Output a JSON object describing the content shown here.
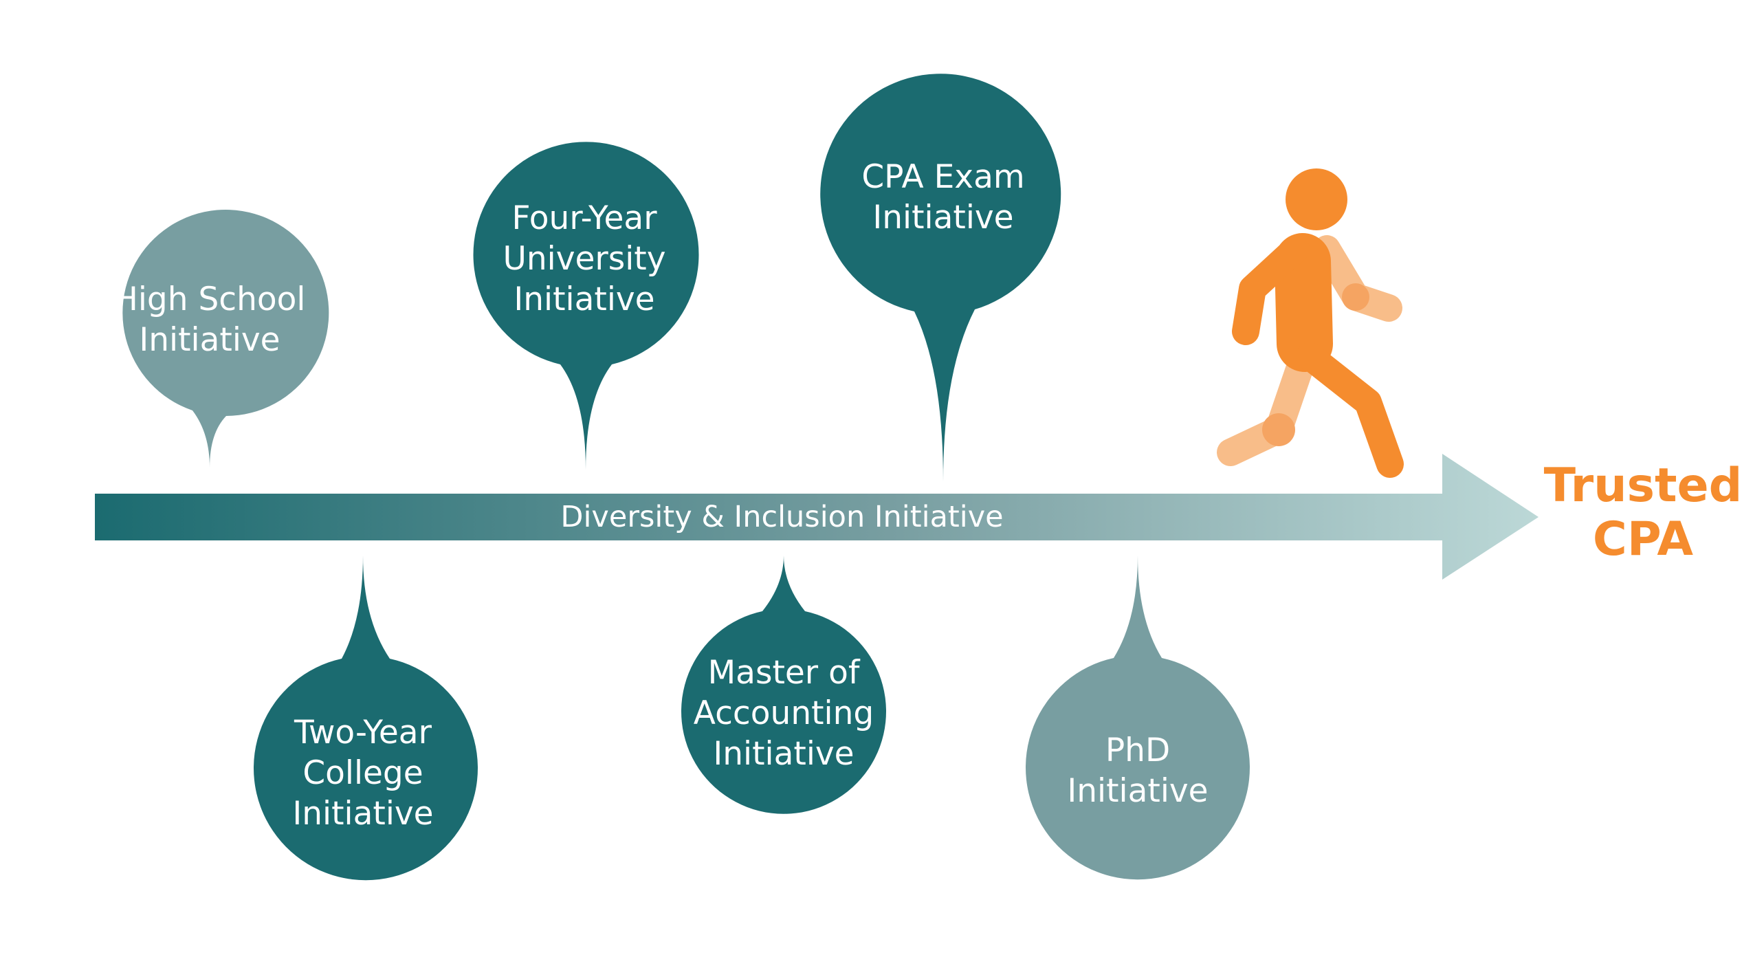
{
  "colors": {
    "dark_teal": "#1b6b70",
    "light_teal": "#789ea1",
    "arrow_end": "#bcd8d7",
    "orange": "#f58c2e",
    "orange_light": "#f8bd89"
  },
  "arrow": {
    "label": "Diversity & Inclusion Initiative"
  },
  "goal": {
    "line1": "Trusted",
    "line2": "CPA",
    "icon": "walking-person-icon"
  },
  "pins": [
    {
      "key": "high-school",
      "lines": [
        "High School",
        "Initiative"
      ],
      "tone": "light",
      "direction": "up"
    },
    {
      "key": "two-year-college",
      "lines": [
        "Two-Year",
        "College",
        "Initiative"
      ],
      "tone": "dark",
      "direction": "down"
    },
    {
      "key": "four-year-university",
      "lines": [
        "Four-Year",
        "University",
        "Initiative"
      ],
      "tone": "dark",
      "direction": "up"
    },
    {
      "key": "master-of-accounting",
      "lines": [
        "Master of",
        "Accounting",
        "Initiative"
      ],
      "tone": "dark",
      "direction": "down"
    },
    {
      "key": "cpa-exam",
      "lines": [
        "CPA Exam",
        "Initiative"
      ],
      "tone": "dark",
      "direction": "up"
    },
    {
      "key": "phd",
      "lines": [
        "PhD",
        "Initiative"
      ],
      "tone": "light",
      "direction": "down"
    }
  ]
}
